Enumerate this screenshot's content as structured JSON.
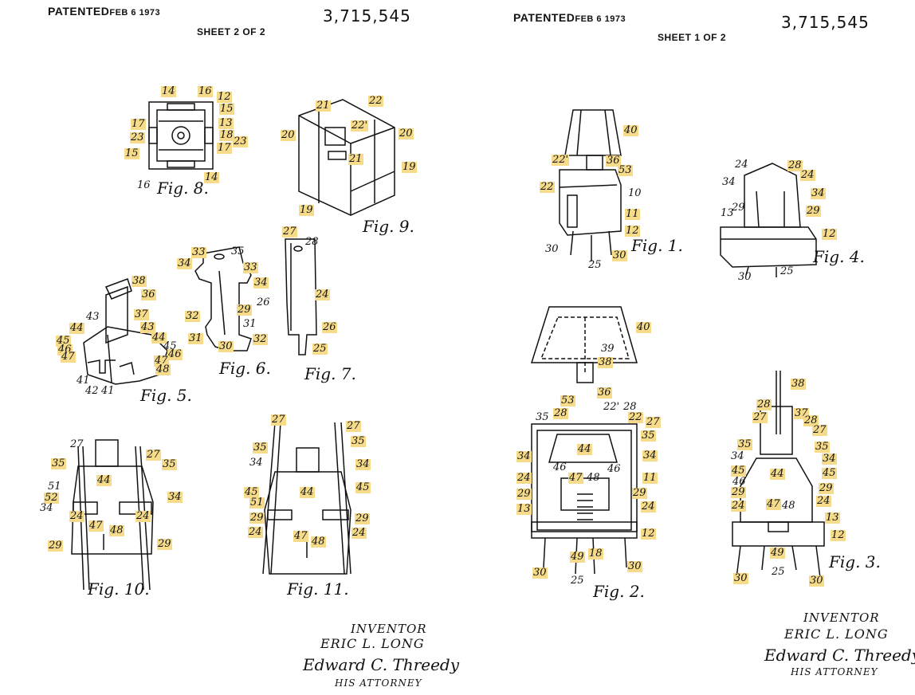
{
  "sheet2": {
    "patented": "PATENTED",
    "date": "FEB 6 1973",
    "number": "3,715,545",
    "sheet": "SHEET 2 OF 2",
    "figures": [
      "Fig. 8.",
      "Fig. 9.",
      "Fig. 6.",
      "Fig. 7.",
      "Fig. 5.",
      "Fig. 10.",
      "Fig. 11."
    ],
    "labels": [
      {
        "t": "14",
        "hl": true
      },
      {
        "t": "16",
        "hl": true
      },
      {
        "t": "12",
        "hl": true
      },
      {
        "t": "15",
        "hl": true
      },
      {
        "t": "17",
        "hl": true
      },
      {
        "t": "13",
        "hl": true
      },
      {
        "t": "23",
        "hl": true
      },
      {
        "t": "18",
        "hl": true
      },
      {
        "t": "17",
        "hl": true
      },
      {
        "t": "23",
        "hl": true
      },
      {
        "t": "15",
        "hl": true
      },
      {
        "t": "14",
        "hl": true
      },
      {
        "t": "16",
        "hl": false
      },
      {
        "t": "21",
        "hl": true
      },
      {
        "t": "22",
        "hl": true
      },
      {
        "t": "22'",
        "hl": true
      },
      {
        "t": "20",
        "hl": true
      },
      {
        "t": "20",
        "hl": true
      },
      {
        "t": "21",
        "hl": true
      },
      {
        "t": "19",
        "hl": true
      },
      {
        "t": "19",
        "hl": true
      },
      {
        "t": "33",
        "hl": true
      },
      {
        "t": "35",
        "hl": false
      },
      {
        "t": "34",
        "hl": true
      },
      {
        "t": "33",
        "hl": true
      },
      {
        "t": "34",
        "hl": true
      },
      {
        "t": "29",
        "hl": true
      },
      {
        "t": "32",
        "hl": true
      },
      {
        "t": "31",
        "hl": false
      },
      {
        "t": "31",
        "hl": true
      },
      {
        "t": "30",
        "hl": true
      },
      {
        "t": "32",
        "hl": true
      },
      {
        "t": "27",
        "hl": true
      },
      {
        "t": "28",
        "hl": false
      },
      {
        "t": "26",
        "hl": false
      },
      {
        "t": "24",
        "hl": true
      },
      {
        "t": "26",
        "hl": true
      },
      {
        "t": "25",
        "hl": true
      },
      {
        "t": "38",
        "hl": true
      },
      {
        "t": "36",
        "hl": true
      },
      {
        "t": "43",
        "hl": false
      },
      {
        "t": "37",
        "hl": true
      },
      {
        "t": "44",
        "hl": true
      },
      {
        "t": "43",
        "hl": true
      },
      {
        "t": "44",
        "hl": true
      },
      {
        "t": "45",
        "hl": true
      },
      {
        "t": "46",
        "hl": true
      },
      {
        "t": "47",
        "hl": true
      },
      {
        "t": "45",
        "hl": false
      },
      {
        "t": "46",
        "hl": true
      },
      {
        "t": "47",
        "hl": true
      },
      {
        "t": "48",
        "hl": true
      },
      {
        "t": "41",
        "hl": false
      },
      {
        "t": "42",
        "hl": false
      },
      {
        "t": "41",
        "hl": false
      },
      {
        "t": "27",
        "hl": false
      },
      {
        "t": "27",
        "hl": true
      },
      {
        "t": "35",
        "hl": true
      },
      {
        "t": "35",
        "hl": true
      },
      {
        "t": "44",
        "hl": true
      },
      {
        "t": "51",
        "hl": false
      },
      {
        "t": "52",
        "hl": true
      },
      {
        "t": "34",
        "hl": false
      },
      {
        "t": "34",
        "hl": true
      },
      {
        "t": "24",
        "hl": true
      },
      {
        "t": "24",
        "hl": true
      },
      {
        "t": "47",
        "hl": true
      },
      {
        "t": "48",
        "hl": true
      },
      {
        "t": "29",
        "hl": true
      },
      {
        "t": "29",
        "hl": true
      },
      {
        "t": "27",
        "hl": true
      },
      {
        "t": "27",
        "hl": true
      },
      {
        "t": "35",
        "hl": true
      },
      {
        "t": "35",
        "hl": true
      },
      {
        "t": "34",
        "hl": false
      },
      {
        "t": "34",
        "hl": true
      },
      {
        "t": "45",
        "hl": true
      },
      {
        "t": "44",
        "hl": true
      },
      {
        "t": "45",
        "hl": true
      },
      {
        "t": "51",
        "hl": true
      },
      {
        "t": "29",
        "hl": true
      },
      {
        "t": "29",
        "hl": true
      },
      {
        "t": "24",
        "hl": true
      },
      {
        "t": "24",
        "hl": true
      },
      {
        "t": "47",
        "hl": true
      },
      {
        "t": "48",
        "hl": true
      }
    ],
    "inventor": {
      "title": "INVENTOR",
      "name": "ERIC L. LONG",
      "signature": "Edward C. Threedy",
      "role": "HIS ATTORNEY"
    }
  },
  "sheet1": {
    "patented": "PATENTED",
    "date": "FEB 6 1973",
    "number": "3,715,545",
    "sheet": "SHEET 1 OF 2",
    "figures": [
      "Fig. 1.",
      "Fig. 4.",
      "Fig. 2.",
      "Fig. 3."
    ],
    "labels": [
      {
        "t": "40",
        "hl": true
      },
      {
        "t": "22'",
        "hl": true
      },
      {
        "t": "36",
        "hl": true
      },
      {
        "t": "53",
        "hl": true
      },
      {
        "t": "22",
        "hl": true
      },
      {
        "t": "10",
        "hl": false
      },
      {
        "t": "11",
        "hl": true
      },
      {
        "t": "12",
        "hl": true
      },
      {
        "t": "30",
        "hl": false
      },
      {
        "t": "30",
        "hl": true
      },
      {
        "t": "25",
        "hl": false
      },
      {
        "t": "24",
        "hl": false
      },
      {
        "t": "28",
        "hl": true
      },
      {
        "t": "24",
        "hl": true
      },
      {
        "t": "34",
        "hl": false
      },
      {
        "t": "34",
        "hl": true
      },
      {
        "t": "13",
        "hl": false
      },
      {
        "t": "29",
        "hl": false
      },
      {
        "t": "29",
        "hl": true
      },
      {
        "t": "12",
        "hl": true
      },
      {
        "t": "30",
        "hl": false
      },
      {
        "t": "25",
        "hl": false
      },
      {
        "t": "40",
        "hl": true
      },
      {
        "t": "39",
        "hl": false
      },
      {
        "t": "38",
        "hl": true
      },
      {
        "t": "36",
        "hl": true
      },
      {
        "t": "53",
        "hl": true
      },
      {
        "t": "28",
        "hl": false
      },
      {
        "t": "22'",
        "hl": false
      },
      {
        "t": "35",
        "hl": false
      },
      {
        "t": "28",
        "hl": true
      },
      {
        "t": "22",
        "hl": true
      },
      {
        "t": "27",
        "hl": true
      },
      {
        "t": "35",
        "hl": true
      },
      {
        "t": "44",
        "hl": true
      },
      {
        "t": "34",
        "hl": true
      },
      {
        "t": "34",
        "hl": true
      },
      {
        "t": "46",
        "hl": false
      },
      {
        "t": "46",
        "hl": false
      },
      {
        "t": "24",
        "hl": true
      },
      {
        "t": "47",
        "hl": true
      },
      {
        "t": "48",
        "hl": false
      },
      {
        "t": "11",
        "hl": true
      },
      {
        "t": "29",
        "hl": true
      },
      {
        "t": "29",
        "hl": true
      },
      {
        "t": "24",
        "hl": true
      },
      {
        "t": "13",
        "hl": true
      },
      {
        "t": "12",
        "hl": true
      },
      {
        "t": "49",
        "hl": true
      },
      {
        "t": "18",
        "hl": true
      },
      {
        "t": "30",
        "hl": true
      },
      {
        "t": "25",
        "hl": false
      },
      {
        "t": "30",
        "hl": true
      },
      {
        "t": "38",
        "hl": true
      },
      {
        "t": "28",
        "hl": true
      },
      {
        "t": "37",
        "hl": true
      },
      {
        "t": "28",
        "hl": true
      },
      {
        "t": "27",
        "hl": true
      },
      {
        "t": "27",
        "hl": true
      },
      {
        "t": "35",
        "hl": true
      },
      {
        "t": "35",
        "hl": true
      },
      {
        "t": "34",
        "hl": false
      },
      {
        "t": "34",
        "hl": true
      },
      {
        "t": "45",
        "hl": true
      },
      {
        "t": "44",
        "hl": true
      },
      {
        "t": "45",
        "hl": true
      },
      {
        "t": "46",
        "hl": false
      },
      {
        "t": "29",
        "hl": true
      },
      {
        "t": "29",
        "hl": true
      },
      {
        "t": "24",
        "hl": true
      },
      {
        "t": "47",
        "hl": true
      },
      {
        "t": "48",
        "hl": false
      },
      {
        "t": "24",
        "hl": true
      },
      {
        "t": "13",
        "hl": true
      },
      {
        "t": "12",
        "hl": true
      },
      {
        "t": "49",
        "hl": true
      },
      {
        "t": "30",
        "hl": true
      },
      {
        "t": "25",
        "hl": false
      },
      {
        "t": "30",
        "hl": true
      }
    ],
    "inventor": {
      "title": "INVENTOR",
      "name": "ERIC L. LONG",
      "signature": "Edward C. Threedy",
      "role": "HIS ATTORNEY"
    }
  }
}
